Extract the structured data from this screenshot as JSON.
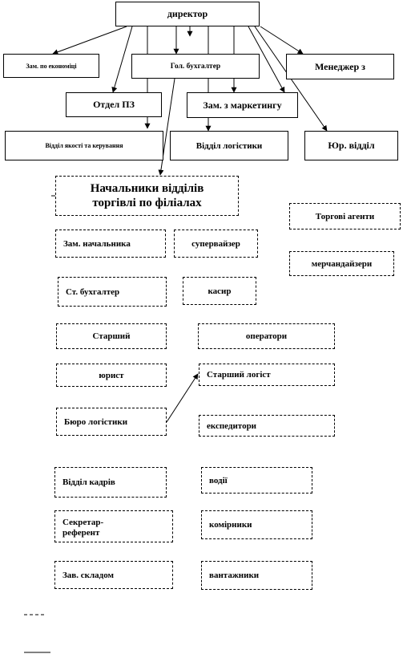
{
  "org_chart": {
    "director": "директор",
    "deputy_economics": "Зам. по економіці",
    "chief_accountant": "Гол. бухгалтер",
    "manager": "Менеджер з",
    "pz_department": "Отдел ПЗ",
    "deputy_marketing": "Зам. з маркетингу",
    "quality_department": "Відділ якості та керування",
    "logistics_department": "Відділ логістики",
    "legal_department": "Юр. відділ"
  },
  "branches": {
    "heads_title_line1": "Начальники відділів",
    "heads_title_line2": "торгівлі по філіалах",
    "trade_agents": "Торгові агенти",
    "merchandisers": "мерчандайзери",
    "deputy_head": "Зам. начальника",
    "supervisor": "супервайзер",
    "senior_accountant": "Ст. бухгалтер",
    "cashier": "касир",
    "senior": "Старший",
    "operators": "оператори",
    "lawyer": "юрист",
    "senior_logistician": "Старший  логіст",
    "logistics_bureau": "Бюро логістики",
    "forwarders": "експедитори",
    "hr_department": "Відділ кадрів",
    "drivers": "водії",
    "secretary": "Секретар-референт",
    "storekeepers": "комірники",
    "warehouse_head": "Зав. складом",
    "loaders": "вантажники"
  },
  "legend": {
    "dashed_sample": "- - - -",
    "solid_sample": "——"
  }
}
